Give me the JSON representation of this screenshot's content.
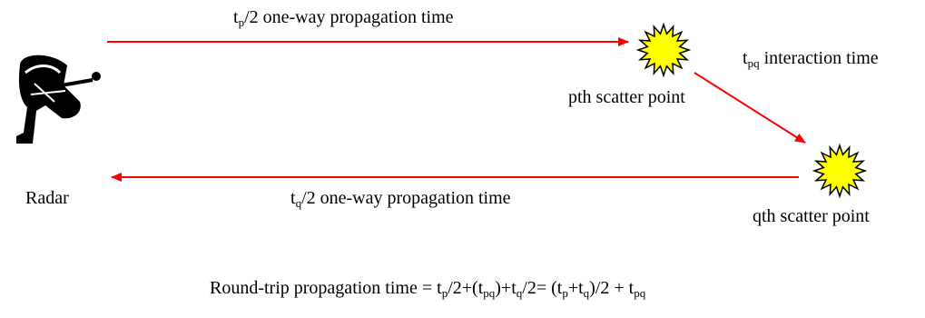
{
  "diagram": {
    "arrow_color": "#ff0000",
    "burst_fill": "#ffff00",
    "radar_label": "Radar",
    "p_point_label": "pth scatter point",
    "q_point_label": "qth scatter point",
    "outgoing": {
      "var": "t",
      "sub": "p",
      "text": "/2 one-way propagation time"
    },
    "interaction": {
      "var": "t",
      "sub": "pq",
      "text": " interaction time"
    },
    "return": {
      "var": "t",
      "sub": "q",
      "text": "/2 one-way propagation time"
    },
    "equation": {
      "lead": "Round-trip propagation time = ",
      "segments": [
        {
          "t": "t"
        },
        {
          "s": "p"
        },
        {
          "t": "/2+(t"
        },
        {
          "s": "pq"
        },
        {
          "t": ")+t"
        },
        {
          "s": "q"
        },
        {
          "t": "/2= (t"
        },
        {
          "s": "p"
        },
        {
          "t": "+t"
        },
        {
          "s": "q"
        },
        {
          "t": ")/2 + t"
        },
        {
          "s": "pq"
        }
      ]
    }
  }
}
